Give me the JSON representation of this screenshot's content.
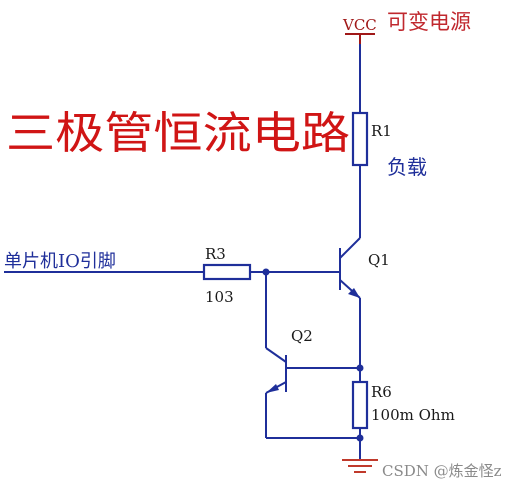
{
  "title": "三极管恒流电路",
  "vcc": {
    "label": "VCC",
    "note": "可变电源"
  },
  "components": {
    "r1": {
      "ref": "R1",
      "note": "负载"
    },
    "r3": {
      "ref": "R3",
      "value": "103"
    },
    "r6": {
      "ref": "R6",
      "value": "100m Ohm"
    },
    "q1": {
      "ref": "Q1"
    },
    "q2": {
      "ref": "Q2"
    }
  },
  "input_label": "单片机IO引脚",
  "watermark": "CSDN @炼金怪z",
  "colors": {
    "wire": "#1f2f9a",
    "title": "#d01515",
    "vcc": "#a01818",
    "ground": "#c0392b"
  }
}
